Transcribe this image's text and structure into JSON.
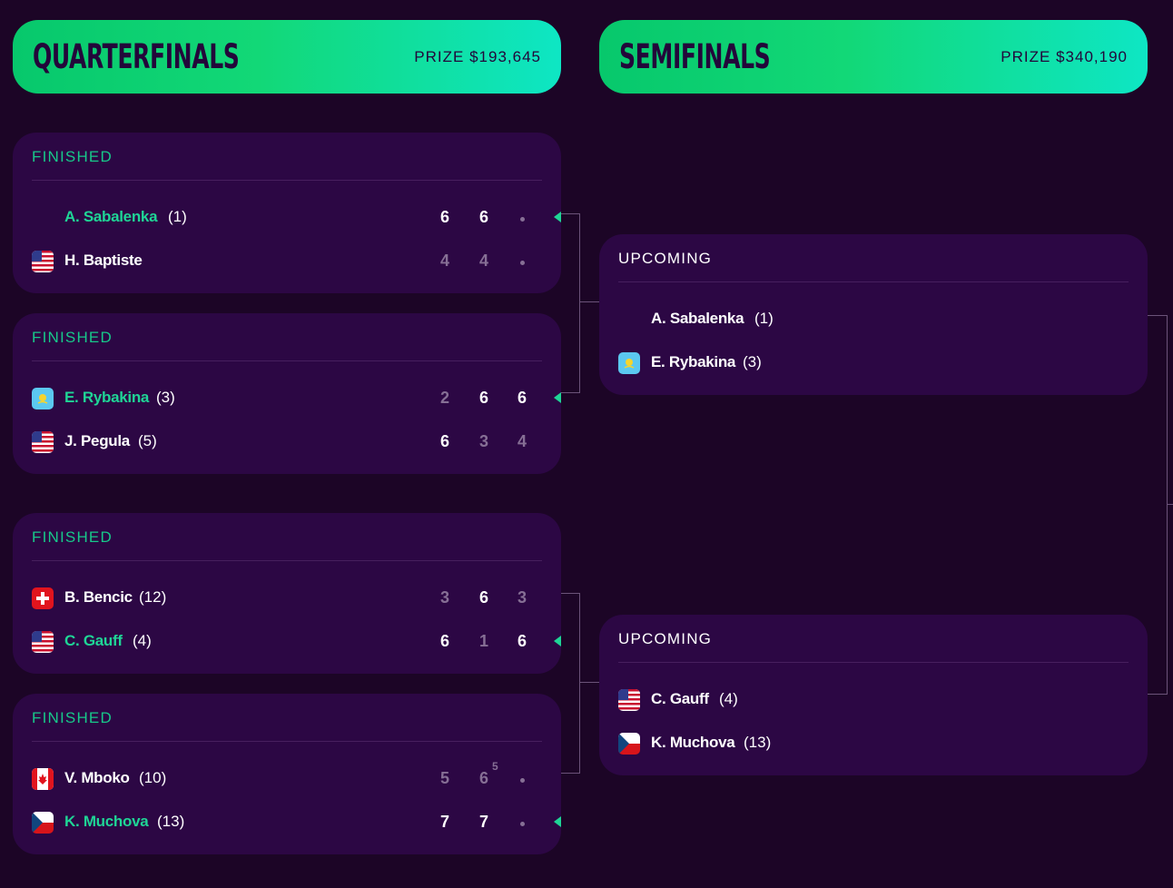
{
  "rounds": {
    "qf": {
      "title": "QUARTERFINALS",
      "prize": "PRIZE $193,645"
    },
    "sf": {
      "title": "SEMIFINALS",
      "prize": "PRIZE $340,190"
    }
  },
  "qf_matches": [
    {
      "status": "FINISHED",
      "p1": {
        "name": "A. Sabalenka",
        "seed": "(1)",
        "flag": "none"
      },
      "p2": {
        "name": "H. Baptiste",
        "seed": "",
        "flag": "usa"
      },
      "p1_scores": [
        "6",
        "6"
      ],
      "p2_scores": [
        "4",
        "4"
      ]
    },
    {
      "status": "FINISHED",
      "p1": {
        "name": "E. Rybakina",
        "seed": "(3)",
        "flag": "kazakhstan"
      },
      "p2": {
        "name": "J. Pegula",
        "seed": "(5)",
        "flag": "usa"
      },
      "p1_scores": [
        "2",
        "6",
        "6"
      ],
      "p2_scores": [
        "6",
        "3",
        "4"
      ]
    },
    {
      "status": "FINISHED",
      "p1": {
        "name": "B. Bencic",
        "seed": "(12)",
        "flag": "switzerland"
      },
      "p2": {
        "name": "C. Gauff",
        "seed": "(4)",
        "flag": "usa"
      },
      "p1_scores": [
        "3",
        "6",
        "3"
      ],
      "p2_scores": [
        "6",
        "1",
        "6"
      ]
    },
    {
      "status": "FINISHED",
      "p1": {
        "name": "V. Mboko",
        "seed": "(10)",
        "flag": "canada"
      },
      "p2": {
        "name": "K. Muchova",
        "seed": "(13)",
        "flag": "czechia"
      },
      "p1_scores": [
        "5",
        "6"
      ],
      "p1_tiebreak": "5",
      "p2_scores": [
        "7",
        "7"
      ]
    }
  ],
  "sf_matches": [
    {
      "status": "UPCOMING",
      "p1": {
        "name": "A. Sabalenka",
        "seed": "(1)",
        "flag": "none"
      },
      "p2": {
        "name": "E. Rybakina",
        "seed": "(3)",
        "flag": "kazakhstan"
      }
    },
    {
      "status": "UPCOMING",
      "p1": {
        "name": "C. Gauff",
        "seed": "(4)",
        "flag": "usa"
      },
      "p2": {
        "name": "K. Muchova",
        "seed": "(13)",
        "flag": "czechia"
      }
    }
  ],
  "colors": {
    "background": "#1c0526",
    "card": "#2c0744",
    "winner": "#1fd596",
    "header_gradient_start": "#07c86c",
    "header_gradient_end": "#0ee6c4"
  }
}
